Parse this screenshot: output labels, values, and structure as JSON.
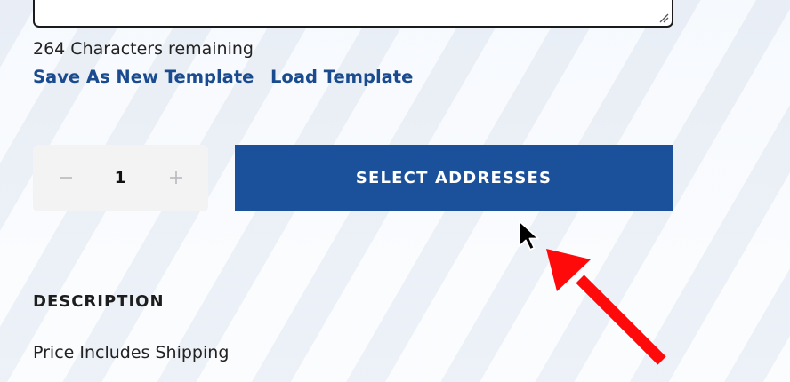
{
  "message_box": {
    "characters_remaining": "264 Characters remaining"
  },
  "template_links": {
    "save_as_new": "Save As New Template",
    "load": "Load Template"
  },
  "quantity": {
    "value": "1"
  },
  "actions": {
    "select_addresses": "SELECT ADDRESSES"
  },
  "description": {
    "heading": "DESCRIPTION",
    "text": "Price Includes Shipping"
  },
  "icons": {
    "minus": "minus-icon",
    "plus": "plus-icon",
    "resize": "resize-grip-icon",
    "cursor": "mouse-pointer-icon",
    "annotation": "red-arrow-icon"
  },
  "colors": {
    "primary_button": "#1b519a",
    "link": "#1a4b8f",
    "stepper_bg": "#f3f3f4",
    "annotation_arrow": "#ff0000"
  }
}
